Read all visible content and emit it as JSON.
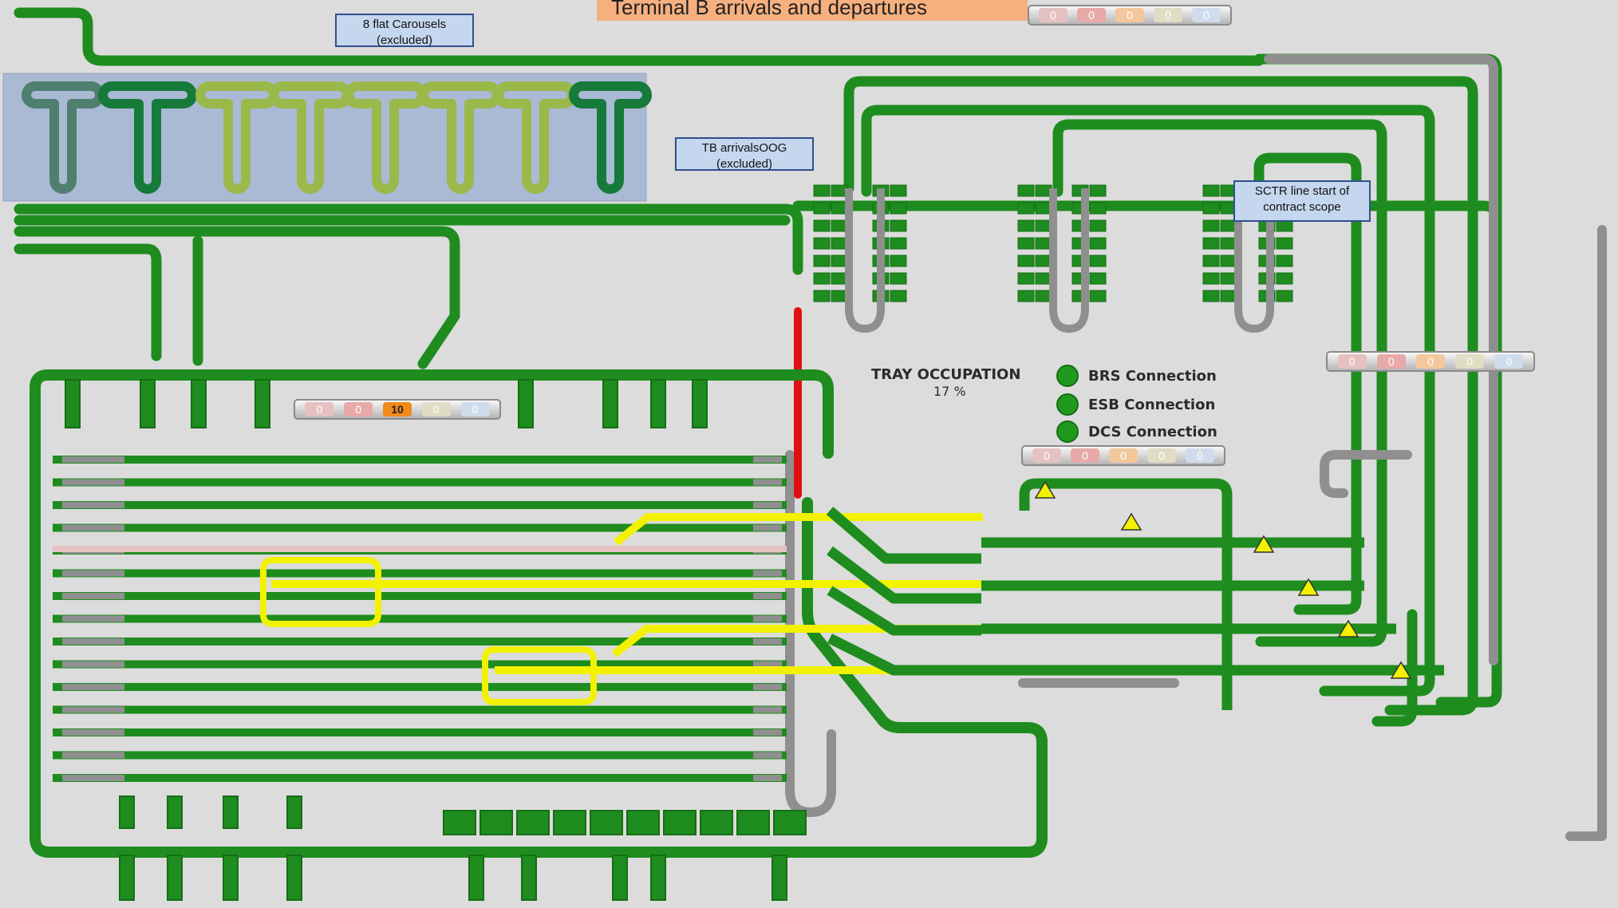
{
  "title_banner": "Terminal B arrivals and departures",
  "callouts": {
    "carousels": "8 flat Carousels (excluded)",
    "arrivals_oog": "TB arrivalsOOG (excluded)",
    "sctr_scope": "SCTR line start of contract scope"
  },
  "tray_occupation": {
    "label": "TRAY OCCUPATION",
    "value": "17 %"
  },
  "connections": [
    {
      "label": "BRS Connection",
      "status_color": "#1f9a1f"
    },
    {
      "label": "ESB Connection",
      "status_color": "#1f9a1f"
    },
    {
      "label": "DCS Connection",
      "status_color": "#1f9a1f"
    }
  ],
  "counters": {
    "top": [
      "0",
      "0",
      "0",
      "0",
      "0"
    ],
    "left": [
      "0",
      "0",
      "10",
      "0",
      "0"
    ],
    "middle": [
      "0",
      "0",
      "0",
      "0",
      "0"
    ],
    "right": [
      "0",
      "0",
      "0",
      "0",
      "0"
    ]
  },
  "colors": {
    "conveyor": "#1e8c1e",
    "conveyor_dark": "#156e15",
    "idle": "#8f8f8f",
    "active": "#f2f200",
    "fault": "#e01010",
    "excluded_overlay": "#5a7fc0"
  }
}
